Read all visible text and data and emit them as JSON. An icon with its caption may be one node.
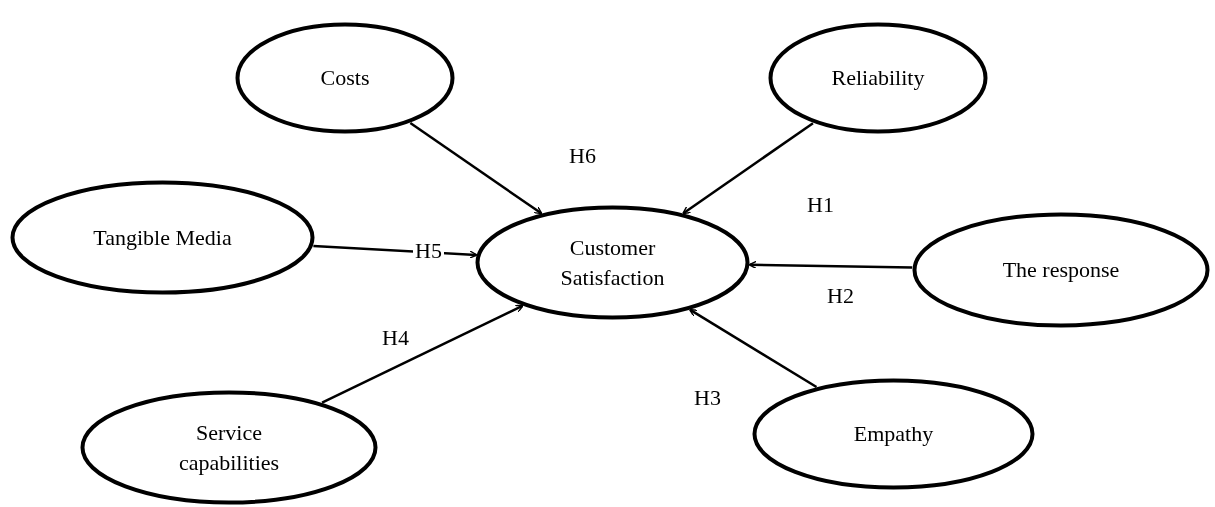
{
  "diagram": {
    "nodes": [
      {
        "text": [
          "Costs"
        ]
      },
      {
        "text": [
          "Reliability"
        ]
      },
      {
        "text": [
          "Tangible Media"
        ]
      },
      {
        "text": [
          "Customer Satisfaction"
        ]
      },
      {
        "text": [
          "The response"
        ]
      },
      {
        "text": [
          "Service capabilities"
        ]
      },
      {
        "text": [
          "Empathy"
        ]
      }
    ],
    "edges": [
      {
        "from": 1,
        "to": 3,
        "arrow": "to",
        "label": "H1"
      },
      {
        "from": 4,
        "to": 3,
        "arrow": "to",
        "label": "H2"
      },
      {
        "from": 6,
        "to": 3,
        "arrow": "to",
        "label": "H3"
      },
      {
        "from": 5,
        "to": 3,
        "arrow": "to",
        "label": "H4"
      },
      {
        "from": 2,
        "to": 3,
        "arrow": "to",
        "label": "H5"
      },
      {
        "from": 0,
        "to": 3,
        "arrow": "to",
        "label": "H6"
      }
    ]
  }
}
